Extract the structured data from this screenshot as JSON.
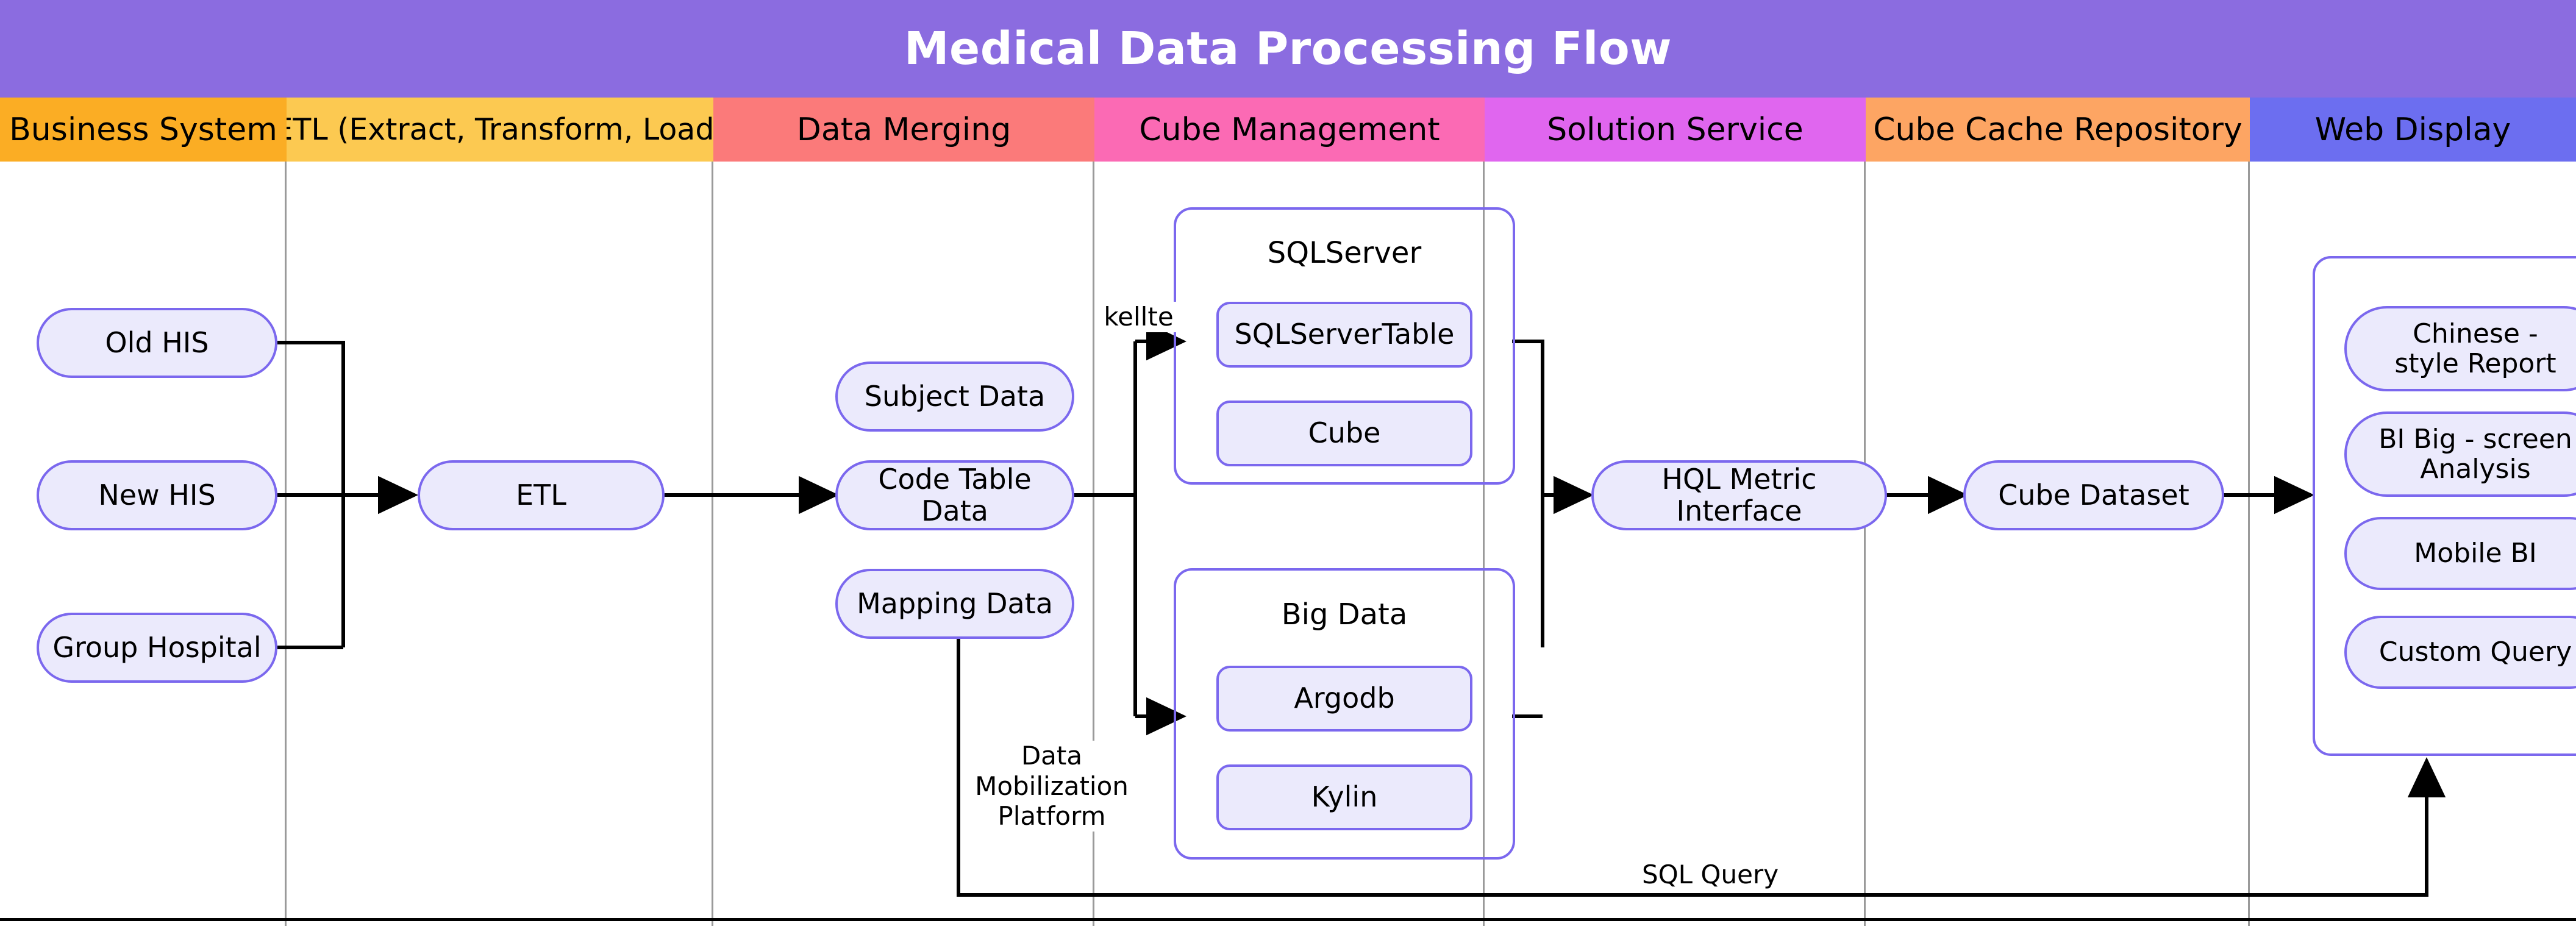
{
  "title": "Medical Data Processing Flow",
  "lanes": [
    {
      "name": "Business System",
      "color": "#fbad24"
    },
    {
      "name": "ETL (Extract, Transform, Load)",
      "color": "#fcc951"
    },
    {
      "name": "Data Merging",
      "color": "#fb7a7a"
    },
    {
      "name": "Cube Management",
      "color": "#fb6ab4"
    },
    {
      "name": "Solution Service",
      "color": "#e066ef"
    },
    {
      "name": "Cube Cache Repository",
      "color": "#fda563"
    },
    {
      "name": "Web Display",
      "color": "#6c6ef0"
    }
  ],
  "nodes": {
    "old_his": "Old HIS",
    "new_his": "New HIS",
    "group_hospital": "Group Hospital",
    "etl": "ETL",
    "subject_data": "Subject Data",
    "code_table_data": "Code Table Data",
    "mapping_data": "Mapping Data",
    "sqlserver_group": "SQLServer",
    "sqlserver_table": "SQLServerTable",
    "cube": "Cube",
    "bigdata_group": "Big Data",
    "argodb": "Argodb",
    "kylin": "Kylin",
    "hql_metric_interface": "HQL Metric Interface",
    "cube_dataset": "Cube Dataset",
    "chinese_report": "Chinese -\nstyle Report",
    "bi_big_screen": "BI Big - screen\nAnalysis",
    "mobile_bi": "Mobile BI",
    "custom_query": "Custom Query"
  },
  "edge_labels": {
    "kellte": "kellte",
    "data_mobilization_platform": "Data\nMobilization\nPlatform",
    "sql_query": "SQL Query"
  },
  "colors": {
    "title_bar": "#8b6ce0",
    "node_fill": "#ebeafc",
    "node_border": "#7b68ee",
    "lane_divider": "#9a9a9a",
    "arrow": "#000000"
  }
}
